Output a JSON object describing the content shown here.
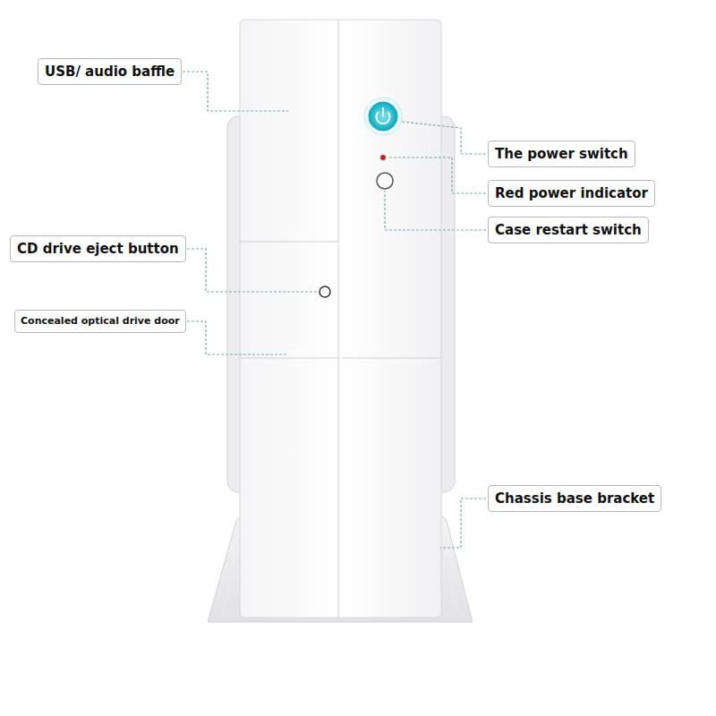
{
  "diagram": {
    "nodes": [
      {
        "text": [
          "USB/ audio baffle"
        ]
      },
      {
        "text": [
          "The power switch"
        ]
      },
      {
        "text": [
          "Red power indicator"
        ]
      },
      {
        "text": [
          "Case restart switch"
        ]
      },
      {
        "text": [
          "CD drive eject button"
        ]
      },
      {
        "text": [
          "Concealed optical drive door"
        ]
      },
      {
        "text": [
          "Chassis base bracket"
        ]
      }
    ]
  }
}
